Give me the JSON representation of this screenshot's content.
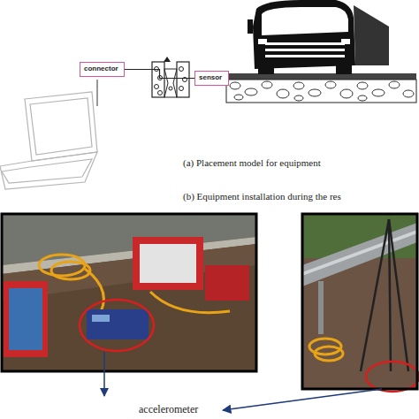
{
  "diagram": {
    "nodes": [
      {
        "text": [
          "connector"
        ]
      },
      {
        "text": [
          "sensor"
        ]
      }
    ],
    "edges": [
      {
        "from": 0,
        "to": 1,
        "arrow": "none"
      }
    ],
    "labels": [
      "(a) Placement model for equipment",
      "(b) Equipment installation during the res",
      "accelerometer"
    ]
  }
}
